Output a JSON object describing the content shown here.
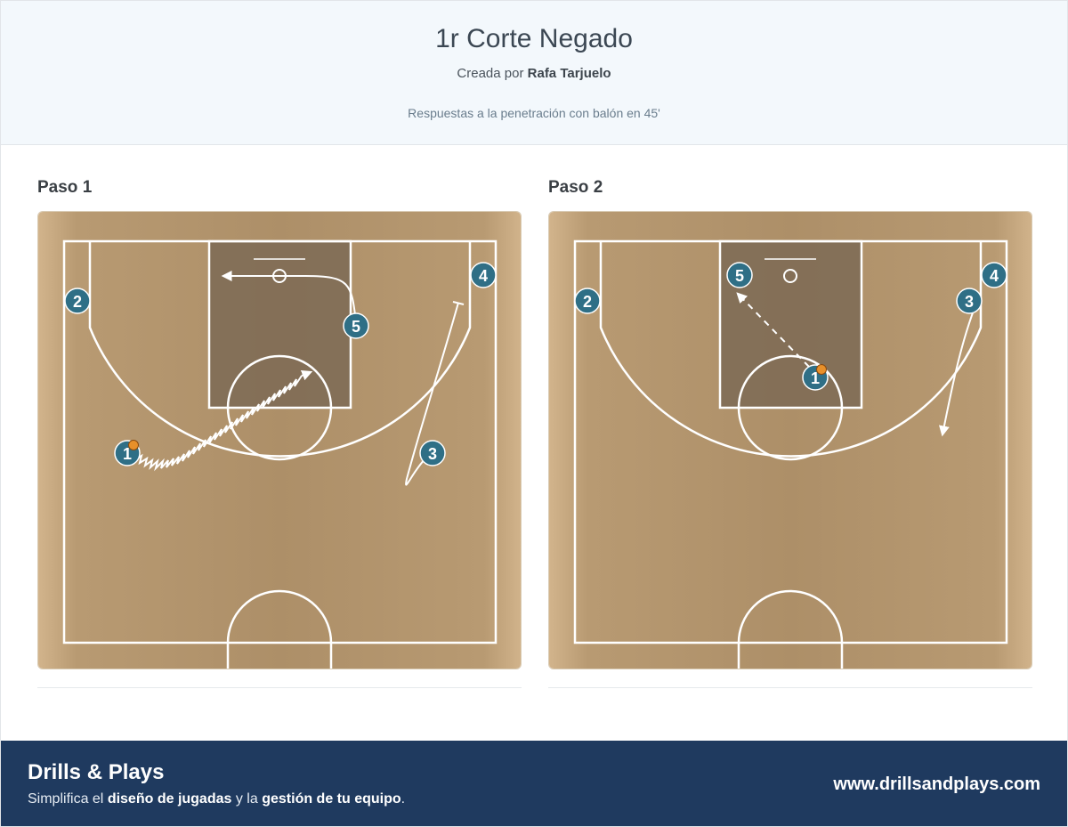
{
  "header": {
    "title": "1r Corte Negado",
    "author_prefix": "Creada por",
    "author_name": "Rafa Tarjuelo",
    "description": "Respuestas a la penetración con balón en 45'"
  },
  "steps": [
    {
      "label": "Paso 1",
      "players": [
        {
          "num": "1",
          "ball": true
        },
        {
          "num": "2"
        },
        {
          "num": "3"
        },
        {
          "num": "4"
        },
        {
          "num": "5"
        }
      ]
    },
    {
      "label": "Paso 2",
      "players": [
        {
          "num": "1",
          "ball": true
        },
        {
          "num": "2"
        },
        {
          "num": "3"
        },
        {
          "num": "4"
        },
        {
          "num": "5"
        }
      ]
    }
  ],
  "footer": {
    "brand": "Drills & Plays",
    "tag_prefix": "Simplifica el",
    "tag_bold1": "diseño de jugadas",
    "tag_mid": "y la",
    "tag_bold2": "gestión de tu equipo",
    "tag_end": ".",
    "website": "www.drillsandplays.com"
  },
  "colors": {
    "player": "#2f6f86",
    "court_wood": "#b99a70",
    "paint": "#7c6a55",
    "footer_bg": "#1f3a5f"
  }
}
